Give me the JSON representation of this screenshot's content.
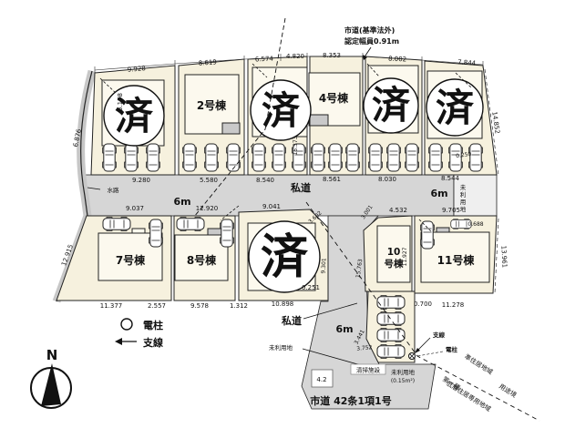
{
  "note": {
    "line1": "市道(基準法外)",
    "line2": "認定幅員0.91m"
  },
  "lots": {
    "sold_mark": "済",
    "lot2": "2号棟",
    "lot4": "4号棟",
    "lot7": "7号棟",
    "lot8": "8号棟",
    "lot10_line1": "10",
    "lot10_line2": "号棟",
    "lot11": "11号棟"
  },
  "roads": {
    "private_road": "私道",
    "width_6m": "6m",
    "city_road": "市道 42条1項1号",
    "waterway": "水路"
  },
  "areas": {
    "unused_land": "未利用地",
    "unused_land_v": [
      "未",
      "利",
      "用",
      "地"
    ],
    "unused_land_area": "(0.15m²)",
    "cleaning_facility": "清掃施設"
  },
  "zoning": {
    "semi_residential": "準住居地域",
    "class1_line1": "第一種",
    "class1_line2": "低層住居専用地域",
    "boundary": "用途境"
  },
  "legend": {
    "pole": "電柱",
    "guy_wire": "支線"
  },
  "compass": {
    "north": "N"
  },
  "dims": {
    "top": [
      "9.928",
      "8.619",
      "6.574",
      "4.820",
      "8.353",
      "8.002",
      "7.844"
    ],
    "upper_bottom": [
      "9.280",
      "5.580",
      "8.540",
      "8.561",
      "8.030",
      "8.544"
    ],
    "mid_top": [
      "9.037",
      "12.920",
      "9.041",
      "4.532",
      "9.705"
    ],
    "bottom": [
      "11.377",
      "2.557",
      "9.578",
      "1.312",
      "10.898",
      "11.278"
    ],
    "left": [
      "6.876",
      "6.178",
      "12.915"
    ],
    "right": [
      "14.852",
      "13.961"
    ],
    "inner": {
      "d0250": "0.250",
      "d0251": "0.251",
      "d0688": "0.688",
      "d0700": "0.700",
      "d11927": "11.927",
      "d15763": "15.763",
      "d15373": "15.373",
      "d9301": "9.301",
      "d3602": "3.602",
      "d3001": "3.001",
      "d3752": "3.752",
      "d3441": "3.441",
      "d42": "4.2"
    }
  }
}
